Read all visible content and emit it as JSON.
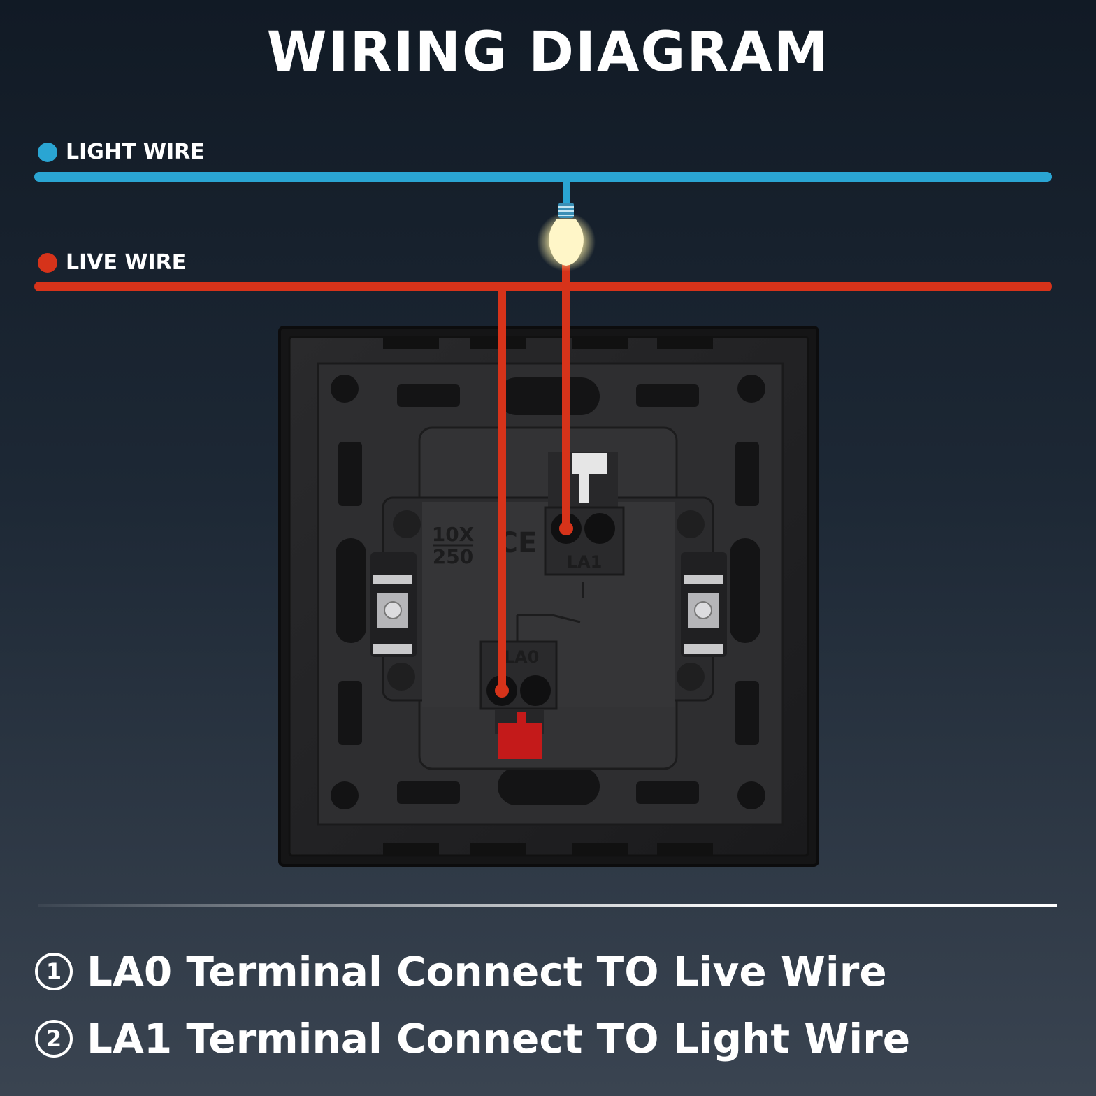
{
  "title": "WIRING DIAGRAM",
  "legend": {
    "light": {
      "label": "LIGHT WIRE",
      "color": "#2aa5d3"
    },
    "live": {
      "label": "LIVE WIRE",
      "color": "#d6331a"
    }
  },
  "switch": {
    "rating_top": "10X",
    "rating_bottom": "250",
    "terminal_la0": "LA0",
    "terminal_la1": "LA1"
  },
  "steps": [
    {
      "number": "1",
      "text": "LA0 Terminal Connect TO Live Wire"
    },
    {
      "number": "2",
      "text": "LA1 Terminal Connect TO Light Wire"
    }
  ]
}
